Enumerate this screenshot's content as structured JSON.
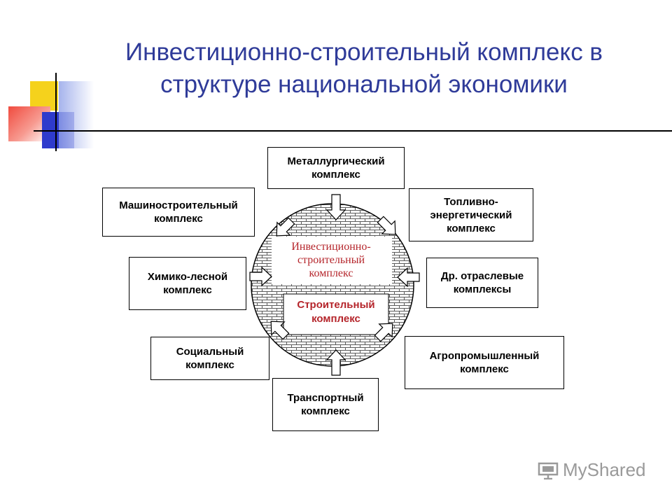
{
  "title": "Инвестиционно-строительный комплекс в структуре национальной экономики",
  "center": {
    "label": "Инвестиционно-строительный комплекс",
    "inner_label": "Строительный комплекс"
  },
  "nodes": {
    "metallurgy": "Металлургический комплекс",
    "fuel_energy": "Топливно-энергетический комплекс",
    "machine_building": "Машиностроительный комплекс",
    "chemical_forest": "Химико-лесной комплекс",
    "other_sectors": "Др. отраслевые комплексы",
    "social": "Социальный комплекс",
    "agro_industrial": "Агропромышленный комплекс",
    "transport": "Транспортный комплекс"
  },
  "brand": "MyShared",
  "colors": {
    "title": "#2f3b99",
    "center_text": "#b5252b",
    "brick": "#5a5a5a"
  },
  "icons": [
    "presentation-board-icon"
  ]
}
